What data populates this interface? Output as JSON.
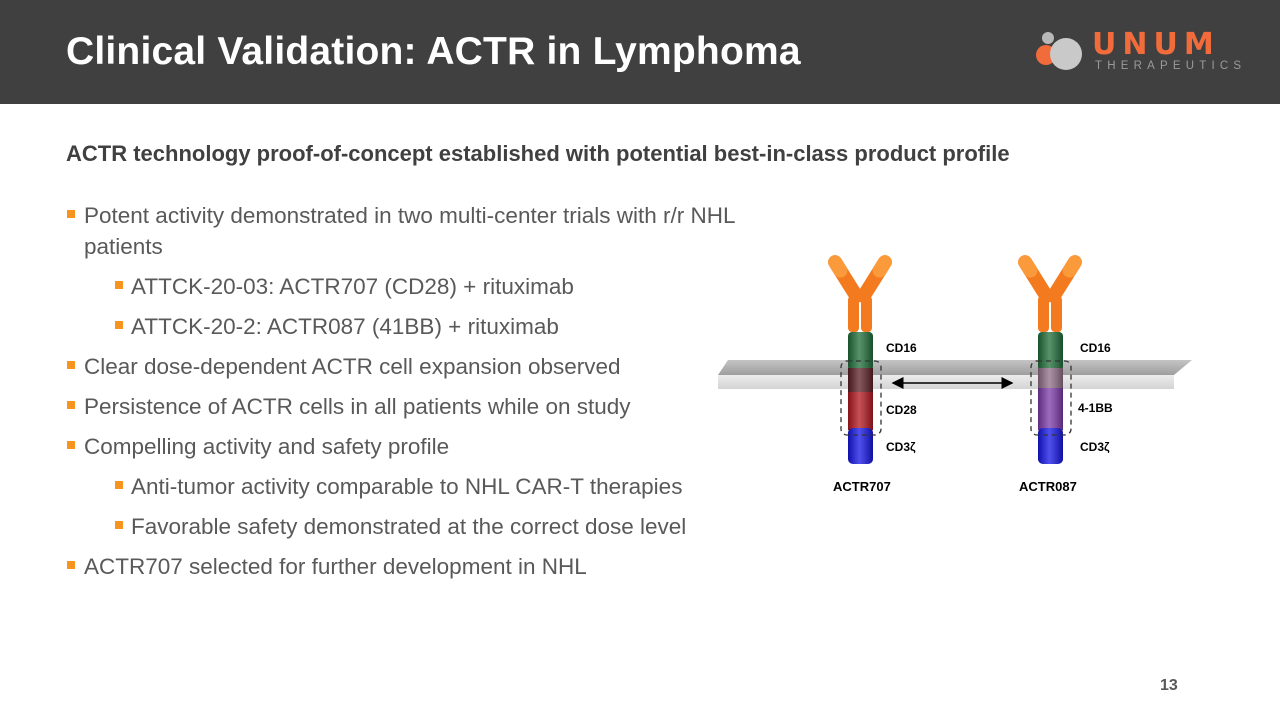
{
  "header": {
    "title": "Clinical Validation: ACTR in Lymphoma",
    "logo": {
      "name": "UNUM",
      "tagline": "THERAPEUTICS"
    },
    "background": "#404040",
    "accent": "#f26b3a"
  },
  "subtitle": "ACTR technology proof-of-concept established with potential best-in-class product profile",
  "bullets": [
    {
      "text": "Potent activity demonstrated in two multi-center trials with r/r NHL patients",
      "level": 1
    },
    {
      "text": "ATTCK-20-03: ACTR707 (CD28) + rituximab",
      "level": 2
    },
    {
      "text": "ATTCK-20-2: ACTR087 (41BB) + rituximab",
      "level": 2
    },
    {
      "text": "Clear dose-dependent ACTR cell expansion observed",
      "level": 1
    },
    {
      "text": "Persistence of ACTR cells in all patients while on study",
      "level": 1
    },
    {
      "text": "Compelling activity and safety profile",
      "level": 1
    },
    {
      "text": "Anti-tumor activity comparable to NHL CAR-T therapies",
      "level": 2
    },
    {
      "text": "Favorable safety demonstrated at the correct dose level",
      "level": 2
    },
    {
      "text": "ACTR707 selected for further development in NHL",
      "level": 1
    }
  ],
  "diagram": {
    "constructs": [
      {
        "name": "ACTR707",
        "domains": [
          "CD16",
          "CD28",
          "CD3ζ"
        ],
        "colors": [
          "#1f6e3a",
          "#b3171f",
          "#1414e6"
        ]
      },
      {
        "name": "ACTR087",
        "domains": [
          "CD16",
          "4-1BB",
          "CD3ζ"
        ],
        "colors": [
          "#1f6e3a",
          "#7d3aa8",
          "#1414e6"
        ]
      }
    ],
    "antibody_color": "#f47a1f"
  },
  "page_number": "13"
}
